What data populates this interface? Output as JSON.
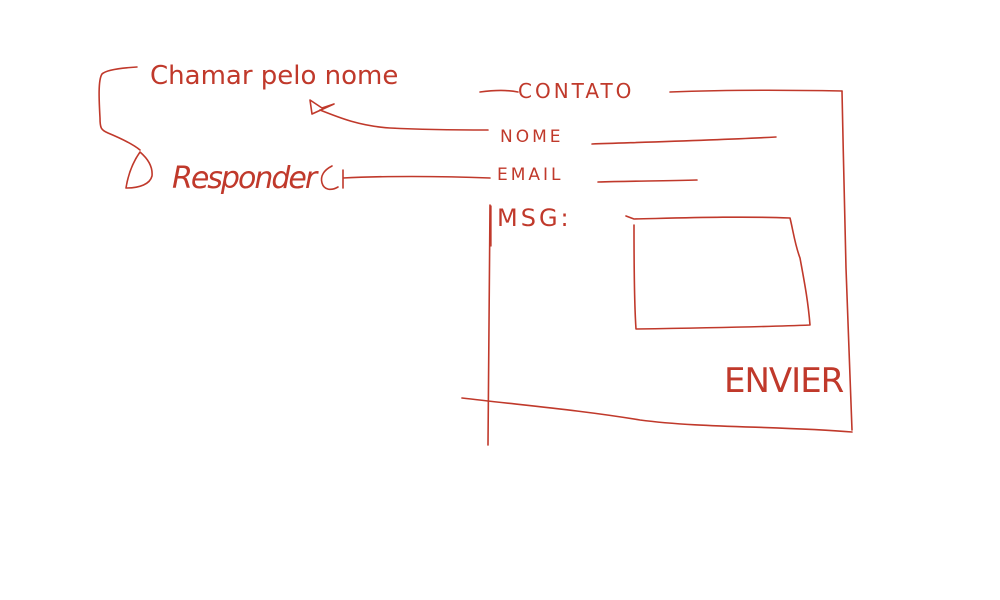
{
  "annotations": {
    "call_by_name": "Chamar pelo nome",
    "reply": "Responder"
  },
  "form": {
    "title": "CONTATO",
    "name_label": "NOME",
    "email_label": "EMAIL",
    "message_label": "MSG:",
    "submit_label": "ENVIER"
  },
  "colors": {
    "ink": "#c0392b",
    "background": "#ffffff"
  }
}
